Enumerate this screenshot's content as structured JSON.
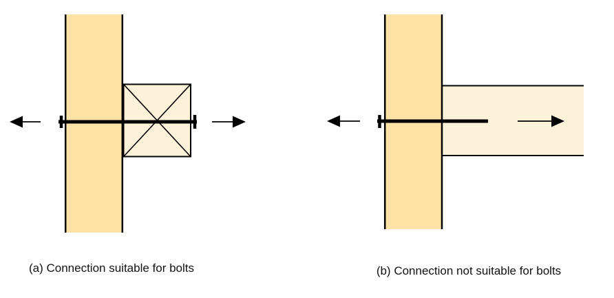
{
  "figure": {
    "panels": [
      {
        "id": "a",
        "caption": "(a) Connection suitable for bolts"
      },
      {
        "id": "b",
        "caption": "(b) Connection not suitable for bolts"
      }
    ]
  },
  "colors": {
    "member_fill": "#FDE2A6",
    "attachment_fill": "#FCF1D9",
    "line": "#000000",
    "background": "#FFFFFF"
  }
}
